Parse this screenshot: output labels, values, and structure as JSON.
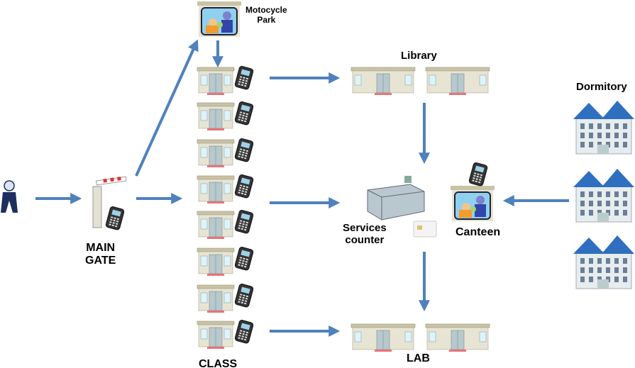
{
  "labels": {
    "motocycle_park": [
      "Motocycle",
      "Park"
    ],
    "library": "Library",
    "dormitory": "Dormitory",
    "main_gate": [
      "MAIN",
      "GATE"
    ],
    "services_counter": [
      "Services",
      "counter"
    ],
    "canteen": "Canteen",
    "class": "CLASS",
    "lab": "LAB"
  },
  "counts": {
    "class_buildings": 8,
    "library_buildings": 2,
    "lab_buildings": 2,
    "dormitories": 3
  },
  "colors": {
    "arrow": "#4f81bd",
    "building_wall": "#e8e4d4",
    "roof": "#c9c3a6",
    "door": "#b7c9cc",
    "mat": "#e8737a",
    "dorm_roof": "#2f6fc0"
  },
  "icons": [
    "person-icon",
    "gate-barrier-icon",
    "card-terminal-icon",
    "building-icon",
    "service-counter-icon",
    "smart-card-icon",
    "dormitory-icon",
    "canteen-icon",
    "motorcycle-park-icon"
  ]
}
